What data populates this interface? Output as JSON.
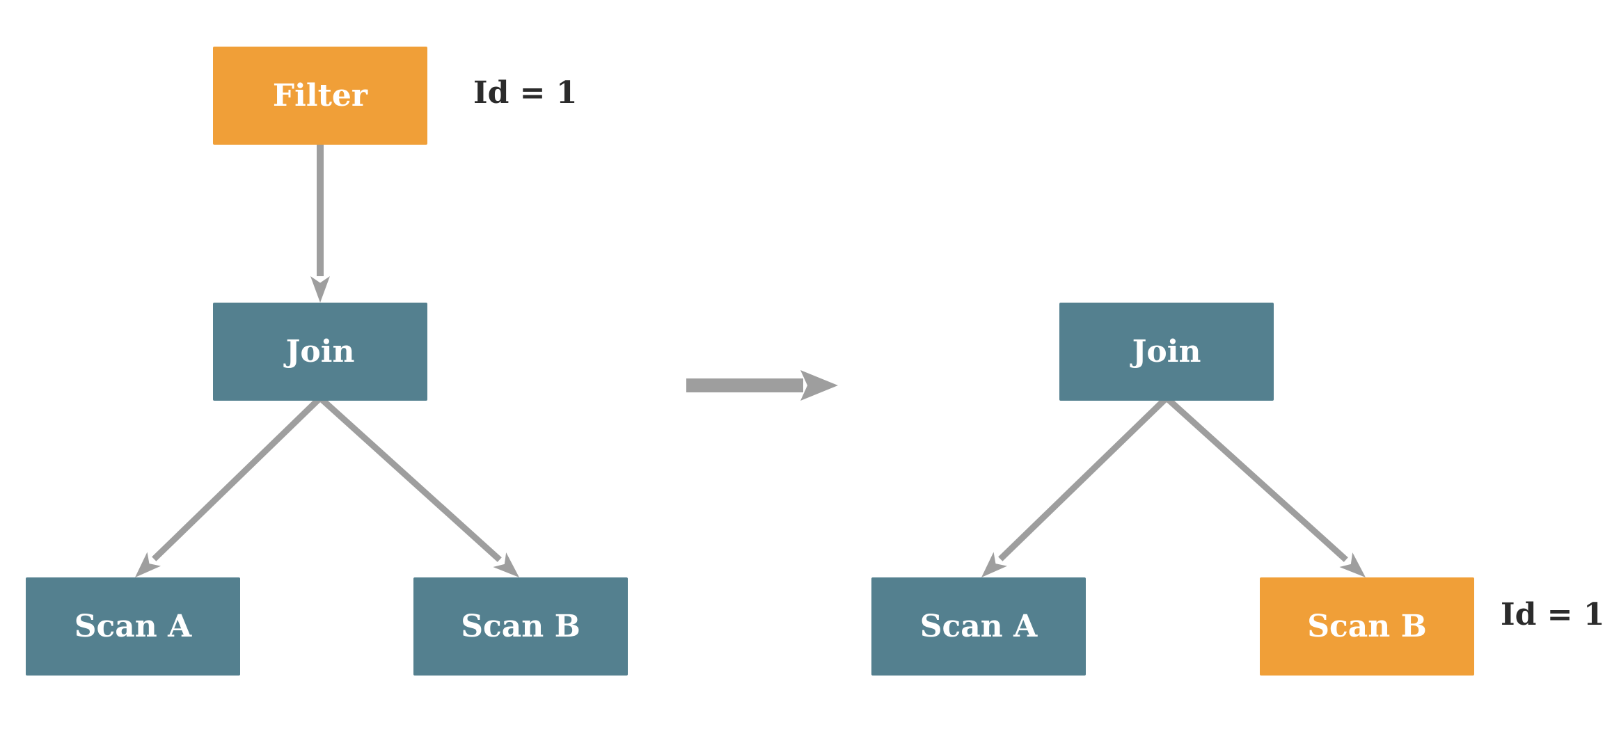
{
  "colors": {
    "operator": "#54808f",
    "highlighted": "#f09f38",
    "edge": "#9e9e9e",
    "label": "#2b2b2b"
  },
  "before": {
    "filter": "Filter",
    "join": "Join",
    "scan_a": "Scan A",
    "scan_b": "Scan B",
    "filter_id": "Id = 1"
  },
  "after": {
    "join": "Join",
    "scan_a": "Scan A",
    "scan_b": "Scan B",
    "scan_b_id": "Id = 1"
  },
  "transform_arrow": "right-arrow-icon"
}
